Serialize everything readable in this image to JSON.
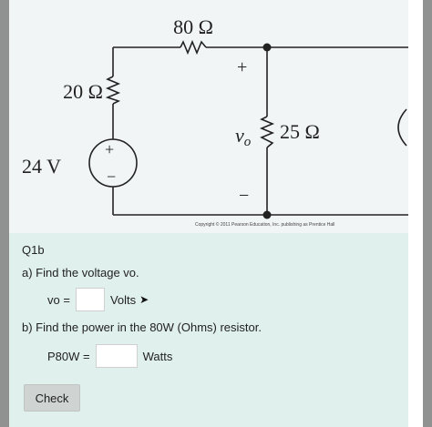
{
  "circuit": {
    "r_top": "80 Ω",
    "r_left": "20 Ω",
    "r_right": "25 Ω",
    "source": "24 V",
    "source_plus": "+",
    "source_minus": "−",
    "vo_plus": "+",
    "vo_symbol": "v",
    "vo_subscript": "o",
    "vo_minus": "−",
    "copyright": "Copyright © 2011 Pearson Education, Inc. publishing as Prentice Hall"
  },
  "question": {
    "title": "Q1b",
    "part_a": "a) Find the voltage vo.",
    "vo_label": "vo =",
    "vo_value": "",
    "vo_unit": "Volts",
    "part_b": "b) Find the power in the 80W (Ohms) resistor.",
    "p_label": "P80W =",
    "p_value": "",
    "p_unit": "Watts",
    "check_label": "Check"
  },
  "icons": {
    "cursor": "cursor-arrow-icon"
  }
}
